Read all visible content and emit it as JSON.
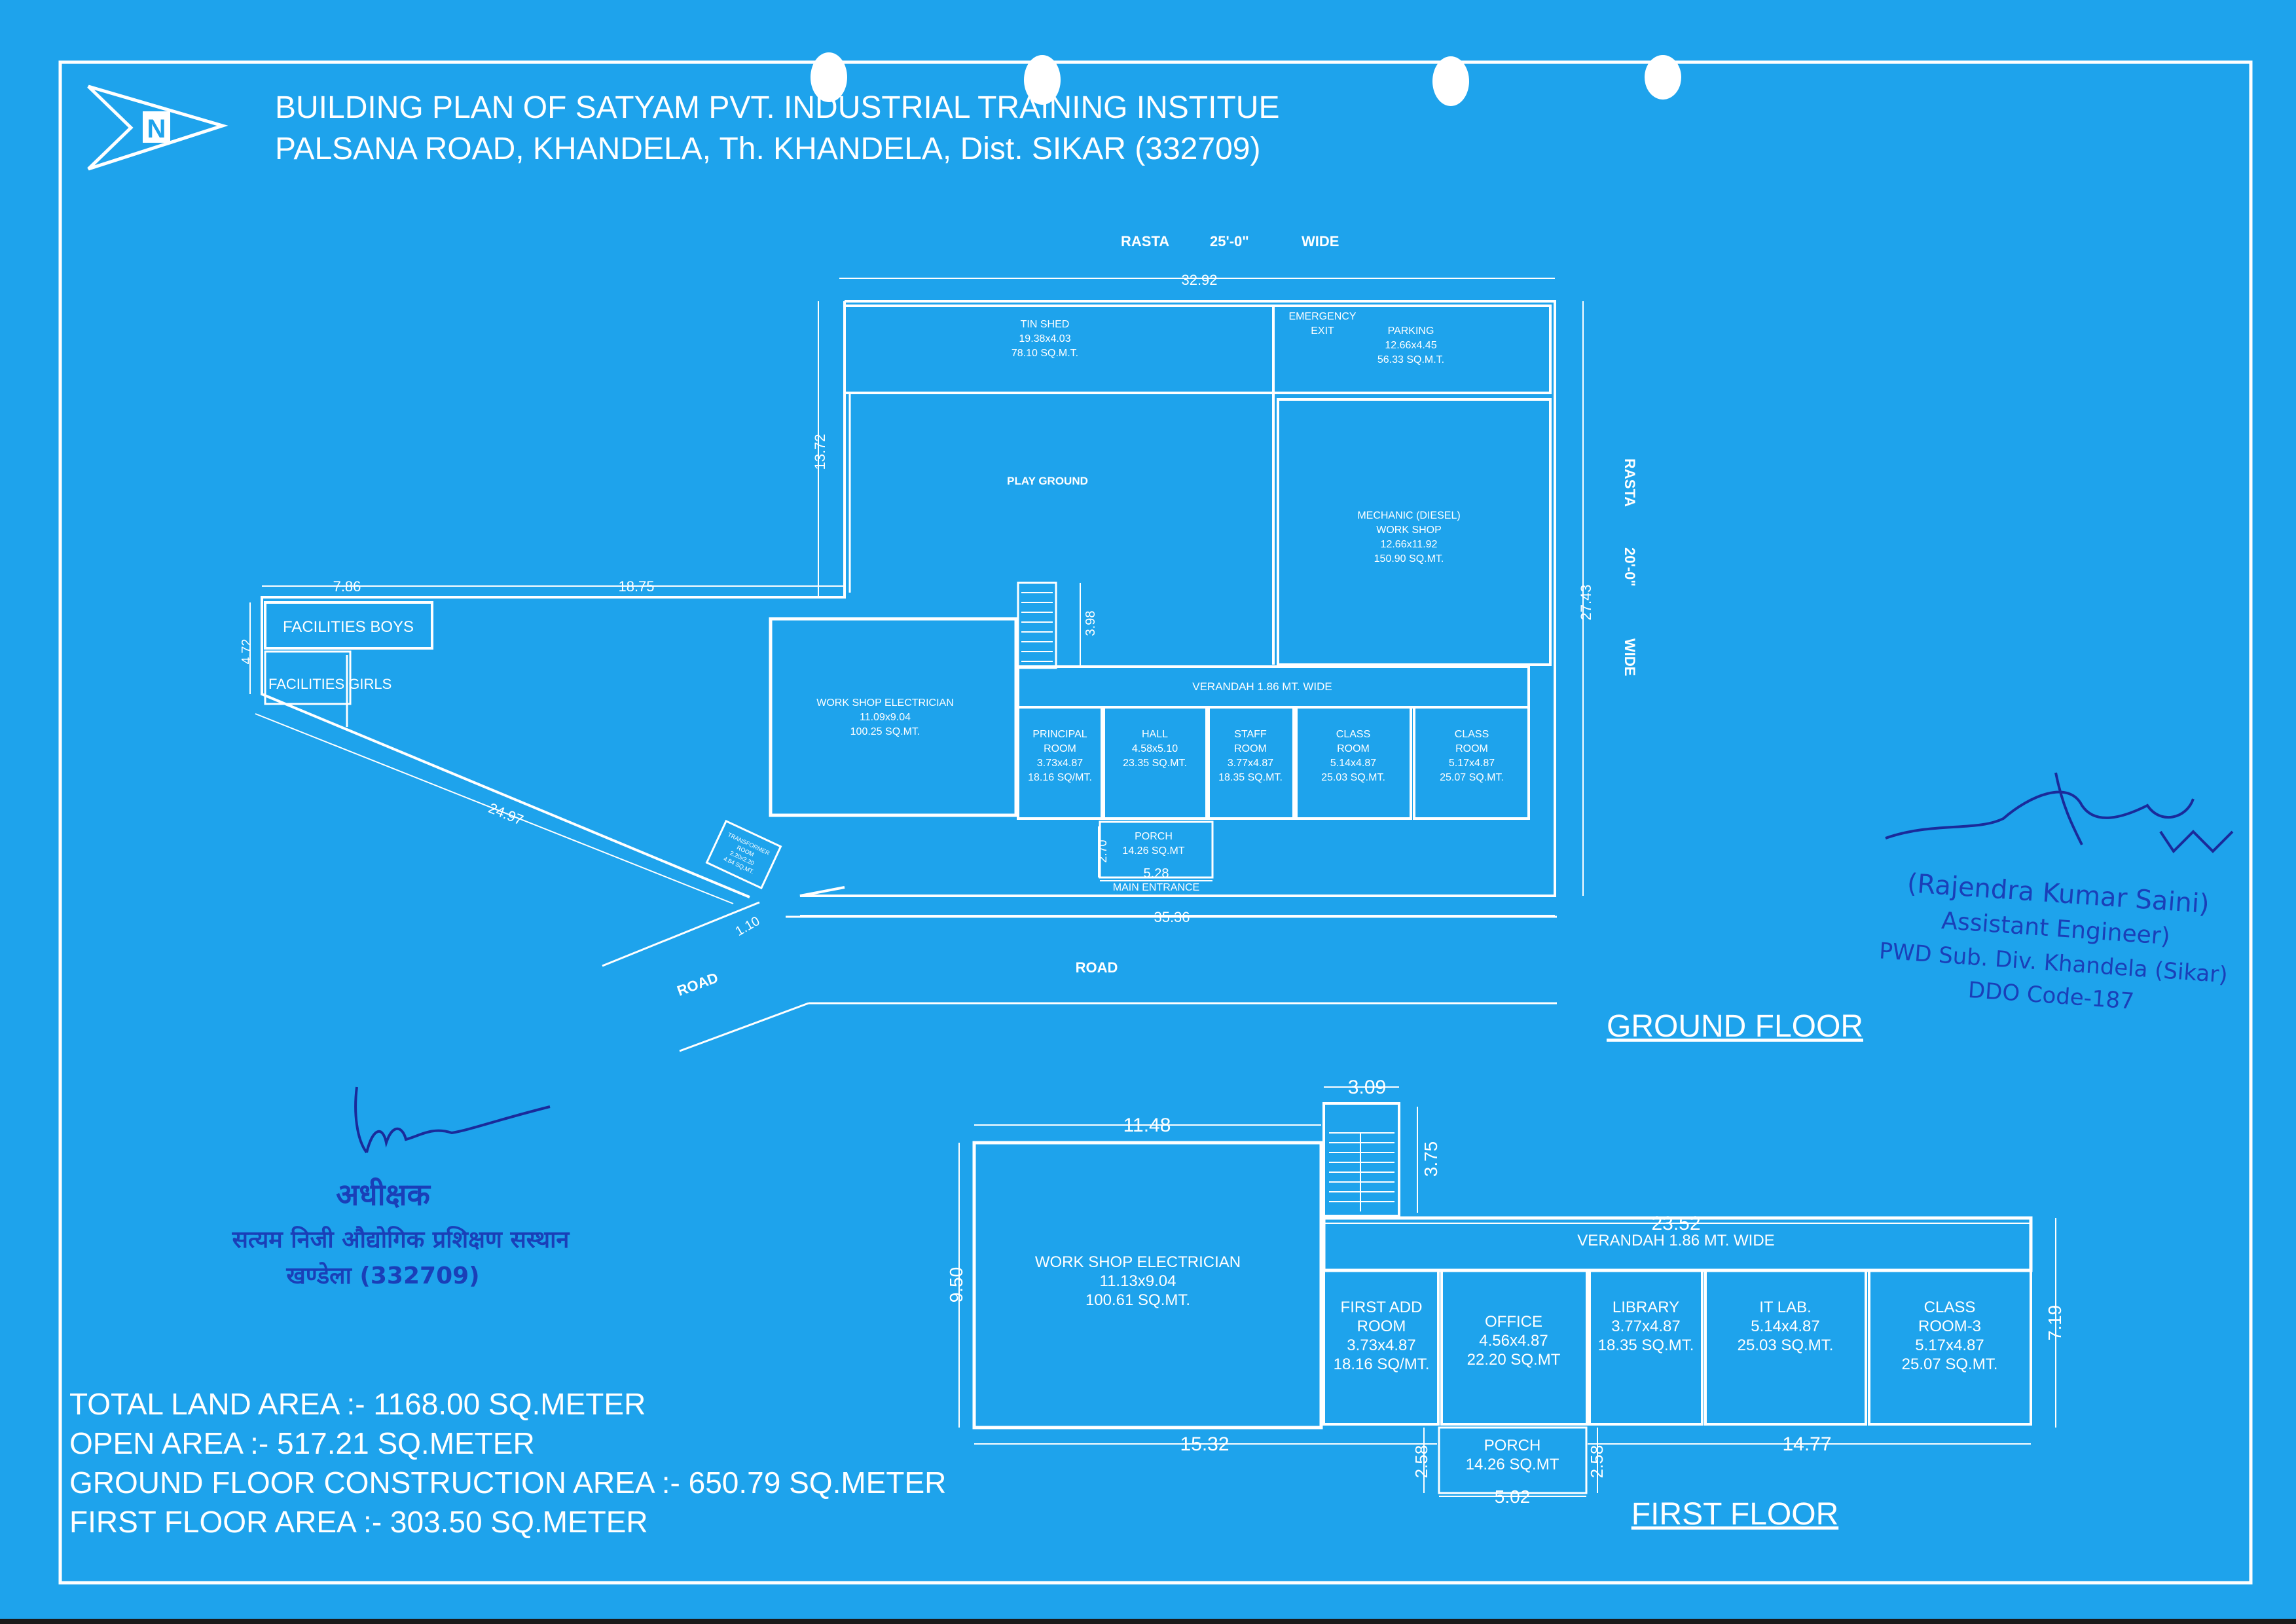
{
  "header": {
    "title_line1": "BUILDING PLAN OF SATYAM PVT. INDUSTRIAL TRAINING INSTITUE",
    "title_line2": "PALSANA ROAD, KHANDELA, Th. KHANDELA, Dist. SIKAR (332709)"
  },
  "north_arrow": {
    "letter": "N",
    "icon": "north-arrow-icon"
  },
  "ground_floor": {
    "label": "GROUND FLOOR",
    "rasta_top": {
      "name": "RASTA",
      "size": "25'-0\"",
      "wide": "WIDE"
    },
    "rasta_right": {
      "name": "RASTA",
      "size": "20'-0\"",
      "wide": "WIDE"
    },
    "road_left": "ROAD",
    "road_main": "ROAD",
    "main_entrance": "MAIN ENTRANCE",
    "dims": {
      "top_width": "32.92",
      "left_height": "13.72",
      "right_height": "27.43",
      "bottom_width": "35.36",
      "left_a": "7.86",
      "left_b": "18.75",
      "facilities_height": "4.72",
      "diagonal": "24.97",
      "small_a": "1.10",
      "stair_height": "3.98",
      "porch_height": "2.70",
      "porch_width": "5.28"
    },
    "rooms": {
      "tin_shed": [
        "TIN SHED",
        "19.38x4.03",
        "78.10 SQ.M.T."
      ],
      "emergency_exit": [
        "EMERGENCY",
        "EXIT"
      ],
      "parking": [
        "PARKING",
        "12.66x4.45",
        "56.33 SQ.M.T."
      ],
      "play_ground": "PLAY GROUND",
      "mechanic": [
        "MECHANIC (DIESEL)",
        "WORK SHOP",
        "12.66x11.92",
        "150.90 SQ.MT."
      ],
      "facilities_boys": "FACILITIES BOYS",
      "facilities_girls": "FACILITIES GIRLS",
      "workshop_electrician": [
        "WORK SHOP ELECTRICIAN",
        "11.09x9.04",
        "100.25 SQ.MT."
      ],
      "verandah": "VERANDAH 1.86 MT. WIDE",
      "principal": [
        "PRINCIPAL",
        "ROOM",
        "3.73x4.87",
        "18.16 SQ/MT."
      ],
      "hall": [
        "HALL",
        "4.58x5.10",
        "23.35 SQ.MT."
      ],
      "staff": [
        "STAFF",
        "ROOM",
        "3.77x4.87",
        "18.35 SQ.MT."
      ],
      "class1": [
        "CLASS",
        "ROOM",
        "5.14x4.87",
        "25.03 SQ.MT."
      ],
      "class2": [
        "CLASS",
        "ROOM",
        "5.17x4.87",
        "25.07 SQ.MT."
      ],
      "porch": [
        "PORCH",
        "14.26 SQ.MT"
      ],
      "transformer": [
        "TRANSFORMER",
        "ROOM",
        "2.20x2.20",
        "4.84 SQ.MT."
      ]
    }
  },
  "first_floor": {
    "label": "FIRST FLOOR",
    "dims": {
      "top_left": "11.48",
      "stair_width": "3.09",
      "stair_height": "3.75",
      "verandah_width": "23.52",
      "left_height": "9.50",
      "right_height": "7.19",
      "bottom_left": "15.32",
      "bottom_right": "14.77",
      "porch_left": "2.58",
      "porch_right": "2.58",
      "porch_width": "5.02"
    },
    "rooms": {
      "workshop": [
        "WORK SHOP ELECTRICIAN",
        "11.13x9.04",
        "100.61 SQ.MT."
      ],
      "verandah": "VERANDAH 1.86 MT. WIDE",
      "first_add": [
        "FIRST ADD",
        "ROOM",
        "3.73x4.87",
        "18.16 SQ/MT."
      ],
      "office": [
        "OFFICE",
        "4.56x4.87",
        "22.20 SQ.MT"
      ],
      "library": [
        "LIBRARY",
        "3.77x4.87",
        "18.35 SQ.MT."
      ],
      "it_lab": [
        "IT LAB.",
        "5.14x4.87",
        "25.03 SQ.MT."
      ],
      "class3": [
        "CLASS",
        "ROOM-3",
        "5.17x4.87",
        "25.07 SQ.MT."
      ],
      "porch": [
        "PORCH",
        "14.26 SQ.MT"
      ]
    }
  },
  "areas": [
    "TOTAL LAND AREA :- 1168.00 SQ.METER",
    "OPEN AREA :- 517.21 SQ.METER",
    "GROUND FLOOR CONSTRUCTION AREA :- 650.79 SQ.METER",
    "FIRST FLOOR AREA :- 303.50 SQ.METER"
  ],
  "stamp_left": {
    "title": "अधीक्षक",
    "line2": "सत्यम निजी औद्योगिक प्रशिक्षण सस्थान",
    "line3": "खण्डेला (332709)"
  },
  "stamp_right": {
    "name": "(Rajendra Kumar Saini)",
    "designation": "Assistant Engineer)",
    "office": "PWD Sub. Div. Khandela (Sikar)",
    "code": "DDO Code-187"
  },
  "colors": {
    "background": "#1ea3ec",
    "line": "#ffffff",
    "stamp_ink": "#1a3fb8",
    "signature_ink": "#1a2a9a"
  }
}
